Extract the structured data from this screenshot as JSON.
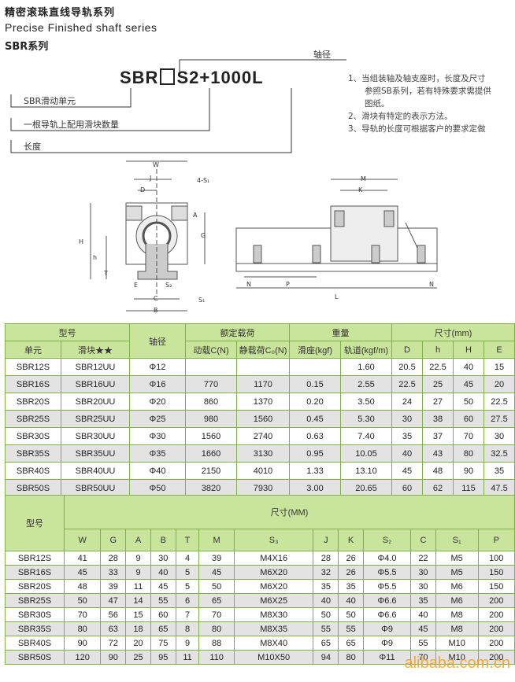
{
  "header": {
    "title_cn": "精密滚珠直线导轨系列",
    "title_en": "Precise Finished shaft series",
    "series": "SBR系列"
  },
  "code": {
    "prefix": "SBR",
    "suffix": "S2+1000L",
    "label_shaft": "轴径",
    "label_unit": "SBR滑动单元",
    "label_blocks": "一根导轨上配用滑块数量",
    "label_length": "长度"
  },
  "notes": [
    "1、当组装轴及轴支座时，长度及尺寸",
    "　　参照SB系列，若有特殊要求需提供",
    "　　图纸。",
    "2、滑块有特定的表示方法。",
    "3、导轨的长度可根据客户的要求定做"
  ],
  "table1": {
    "h_model": "型号",
    "h_shaft": "轴径",
    "h_load": "额定载荷",
    "h_weight": "重量",
    "h_dims": "尺寸(mm)",
    "h_unit": "单元",
    "h_block": "滑块★★",
    "h_dyn": "动载C(N)",
    "h_stat": "静载荷C₀(N)",
    "h_seat": "滑座(kgf)",
    "h_rail": "轨道(kgf/m)",
    "h_D": "D",
    "h_h": "h",
    "h_H": "H",
    "h_E": "E",
    "rows": [
      [
        "SBR12S",
        "SBR12UU",
        "Φ12",
        "",
        "",
        "",
        "1.60",
        "20.5",
        "22.5",
        "40",
        "15"
      ],
      [
        "SBR16S",
        "SBR16UU",
        "Φ16",
        "770",
        "1170",
        "0.15",
        "2.55",
        "22.5",
        "25",
        "45",
        "20"
      ],
      [
        "SBR20S",
        "SBR20UU",
        "Φ20",
        "860",
        "1370",
        "0.20",
        "3.50",
        "24",
        "27",
        "50",
        "22.5"
      ],
      [
        "SBR25S",
        "SBR25UU",
        "Φ25",
        "980",
        "1560",
        "0.45",
        "5.30",
        "30",
        "38",
        "60",
        "27.5"
      ],
      [
        "SBR30S",
        "SBR30UU",
        "Φ30",
        "1560",
        "2740",
        "0.63",
        "7.40",
        "35",
        "37",
        "70",
        "30"
      ],
      [
        "SBR35S",
        "SBR35UU",
        "Φ35",
        "1660",
        "3130",
        "0.95",
        "10.05",
        "40",
        "43",
        "80",
        "32.5"
      ],
      [
        "SBR40S",
        "SBR40UU",
        "Φ40",
        "2150",
        "4010",
        "1.33",
        "13.10",
        "45",
        "48",
        "90",
        "35"
      ],
      [
        "SBR50S",
        "SBR50UU",
        "Φ50",
        "3820",
        "7930",
        "3.00",
        "20.65",
        "60",
        "62",
        "115",
        "47.5"
      ]
    ]
  },
  "table2": {
    "h_model": "型号",
    "h_dims": "尺寸(MM)",
    "cols": [
      "W",
      "G",
      "A",
      "B",
      "T",
      "M",
      "S₃",
      "J",
      "K",
      "S₂",
      "C",
      "S₁",
      "P"
    ],
    "rows": [
      [
        "SBR12S",
        "41",
        "28",
        "9",
        "30",
        "4",
        "39",
        "M4X16",
        "28",
        "26",
        "Φ4.0",
        "22",
        "M5",
        "100"
      ],
      [
        "SBR16S",
        "45",
        "33",
        "9",
        "40",
        "5",
        "45",
        "M6X20",
        "32",
        "26",
        "Φ5.5",
        "30",
        "M5",
        "150"
      ],
      [
        "SBR20S",
        "48",
        "39",
        "11",
        "45",
        "5",
        "50",
        "M6X20",
        "35",
        "35",
        "Φ5.5",
        "30",
        "M6",
        "150"
      ],
      [
        "SBR25S",
        "50",
        "47",
        "14",
        "55",
        "6",
        "65",
        "M6X25",
        "40",
        "40",
        "Φ6.6",
        "35",
        "M6",
        "200"
      ],
      [
        "SBR30S",
        "70",
        "56",
        "15",
        "60",
        "7",
        "70",
        "M8X30",
        "50",
        "50",
        "Φ6.6",
        "40",
        "M8",
        "200"
      ],
      [
        "SBR35S",
        "80",
        "63",
        "18",
        "65",
        "8",
        "80",
        "M8X35",
        "55",
        "55",
        "Φ9",
        "45",
        "M8",
        "200"
      ],
      [
        "SBR40S",
        "90",
        "72",
        "20",
        "75",
        "9",
        "88",
        "M8X40",
        "65",
        "65",
        "Φ9",
        "55",
        "M10",
        "200"
      ],
      [
        "SBR50S",
        "120",
        "90",
        "25",
        "95",
        "11",
        "110",
        "M10X50",
        "94",
        "80",
        "Φ11",
        "70",
        "M10",
        "200"
      ]
    ]
  },
  "watermark": "alibaba.com.cn"
}
